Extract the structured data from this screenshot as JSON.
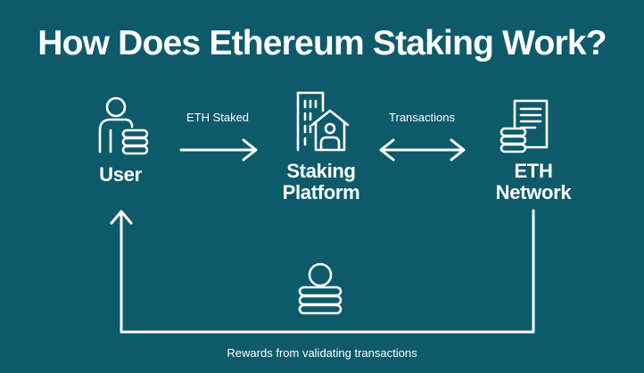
{
  "title": "How Does Ethereum Staking Work?",
  "colors": {
    "background": "#0d5a6b",
    "foreground": "#ffffff"
  },
  "nodes": {
    "user": {
      "label": "User",
      "icon": "user-with-coins-icon"
    },
    "platform": {
      "label_line1": "Staking",
      "label_line2": "Platform",
      "icon": "building-with-house-icon"
    },
    "network": {
      "label_line1": "ETH",
      "label_line2": "Network",
      "icon": "document-with-coins-icon"
    }
  },
  "edges": {
    "user_to_platform": "ETH Staked",
    "platform_network": "Transactions",
    "network_to_user": "Rewards from validating transactions"
  },
  "reward_icon": "coin-stack-icon"
}
